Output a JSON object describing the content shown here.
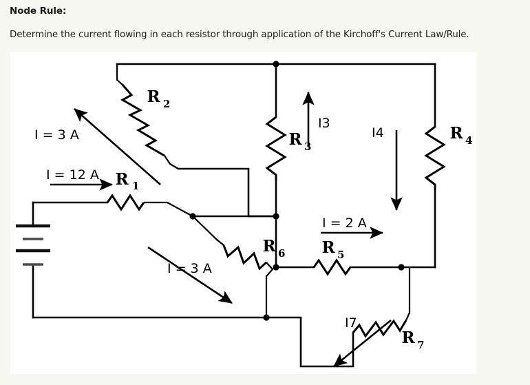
{
  "heading": "Node Rule:",
  "prompt": "Determine the current flowing in each resistor through application of the Kirchoff's Current Law/Rule.",
  "diagram": {
    "title": "kirchoff-node-rule-circuit",
    "background_color": "#ffffff",
    "page_background_color": "#f7f8f2",
    "wire_color": "#000000",
    "resistors": [
      {
        "id": "R1",
        "letter": "R",
        "subscript": "1",
        "orientation": "horizontal",
        "branch": "battery-to-node-a"
      },
      {
        "id": "R2",
        "letter": "R",
        "subscript": "2",
        "orientation": "diagonal",
        "branch": "top-left-to-node-b"
      },
      {
        "id": "R3",
        "letter": "R",
        "subscript": "3",
        "orientation": "vertical",
        "branch": "top-rail-to-node-c"
      },
      {
        "id": "R4",
        "letter": "R",
        "subscript": "4",
        "orientation": "vertical",
        "branch": "right-rail"
      },
      {
        "id": "R5",
        "letter": "R",
        "subscript": "5",
        "orientation": "horizontal",
        "branch": "node-c-to-node-d"
      },
      {
        "id": "R6",
        "letter": "R",
        "subscript": "6",
        "orientation": "diagonal",
        "branch": "node-a-to-bottom"
      },
      {
        "id": "R7",
        "letter": "R",
        "subscript": "7",
        "orientation": "diagonal",
        "branch": "bottom-dip-branch"
      }
    ],
    "current_labels": [
      {
        "id": "I-R1",
        "text": "I = 12 A",
        "arrow": "right",
        "target": "R1"
      },
      {
        "id": "I-R2",
        "text": "I = 3 A",
        "arrow": "up-left",
        "target": "R2"
      },
      {
        "id": "I-R3",
        "text": "I3",
        "arrow": "up",
        "target": "R3"
      },
      {
        "id": "I-R4",
        "text": "I4",
        "arrow": "down",
        "target": "R4"
      },
      {
        "id": "I-R5",
        "text": "I = 2 A",
        "arrow": "right",
        "target": "R5"
      },
      {
        "id": "I-R6",
        "text": "I = 3 A",
        "arrow": "down-right",
        "target": "R6"
      },
      {
        "id": "I-R7",
        "text": "I7",
        "arrow": "down-left",
        "target": "R7"
      }
    ],
    "source": {
      "id": "battery",
      "type": "battery",
      "cells": 2,
      "plates": 4
    }
  }
}
